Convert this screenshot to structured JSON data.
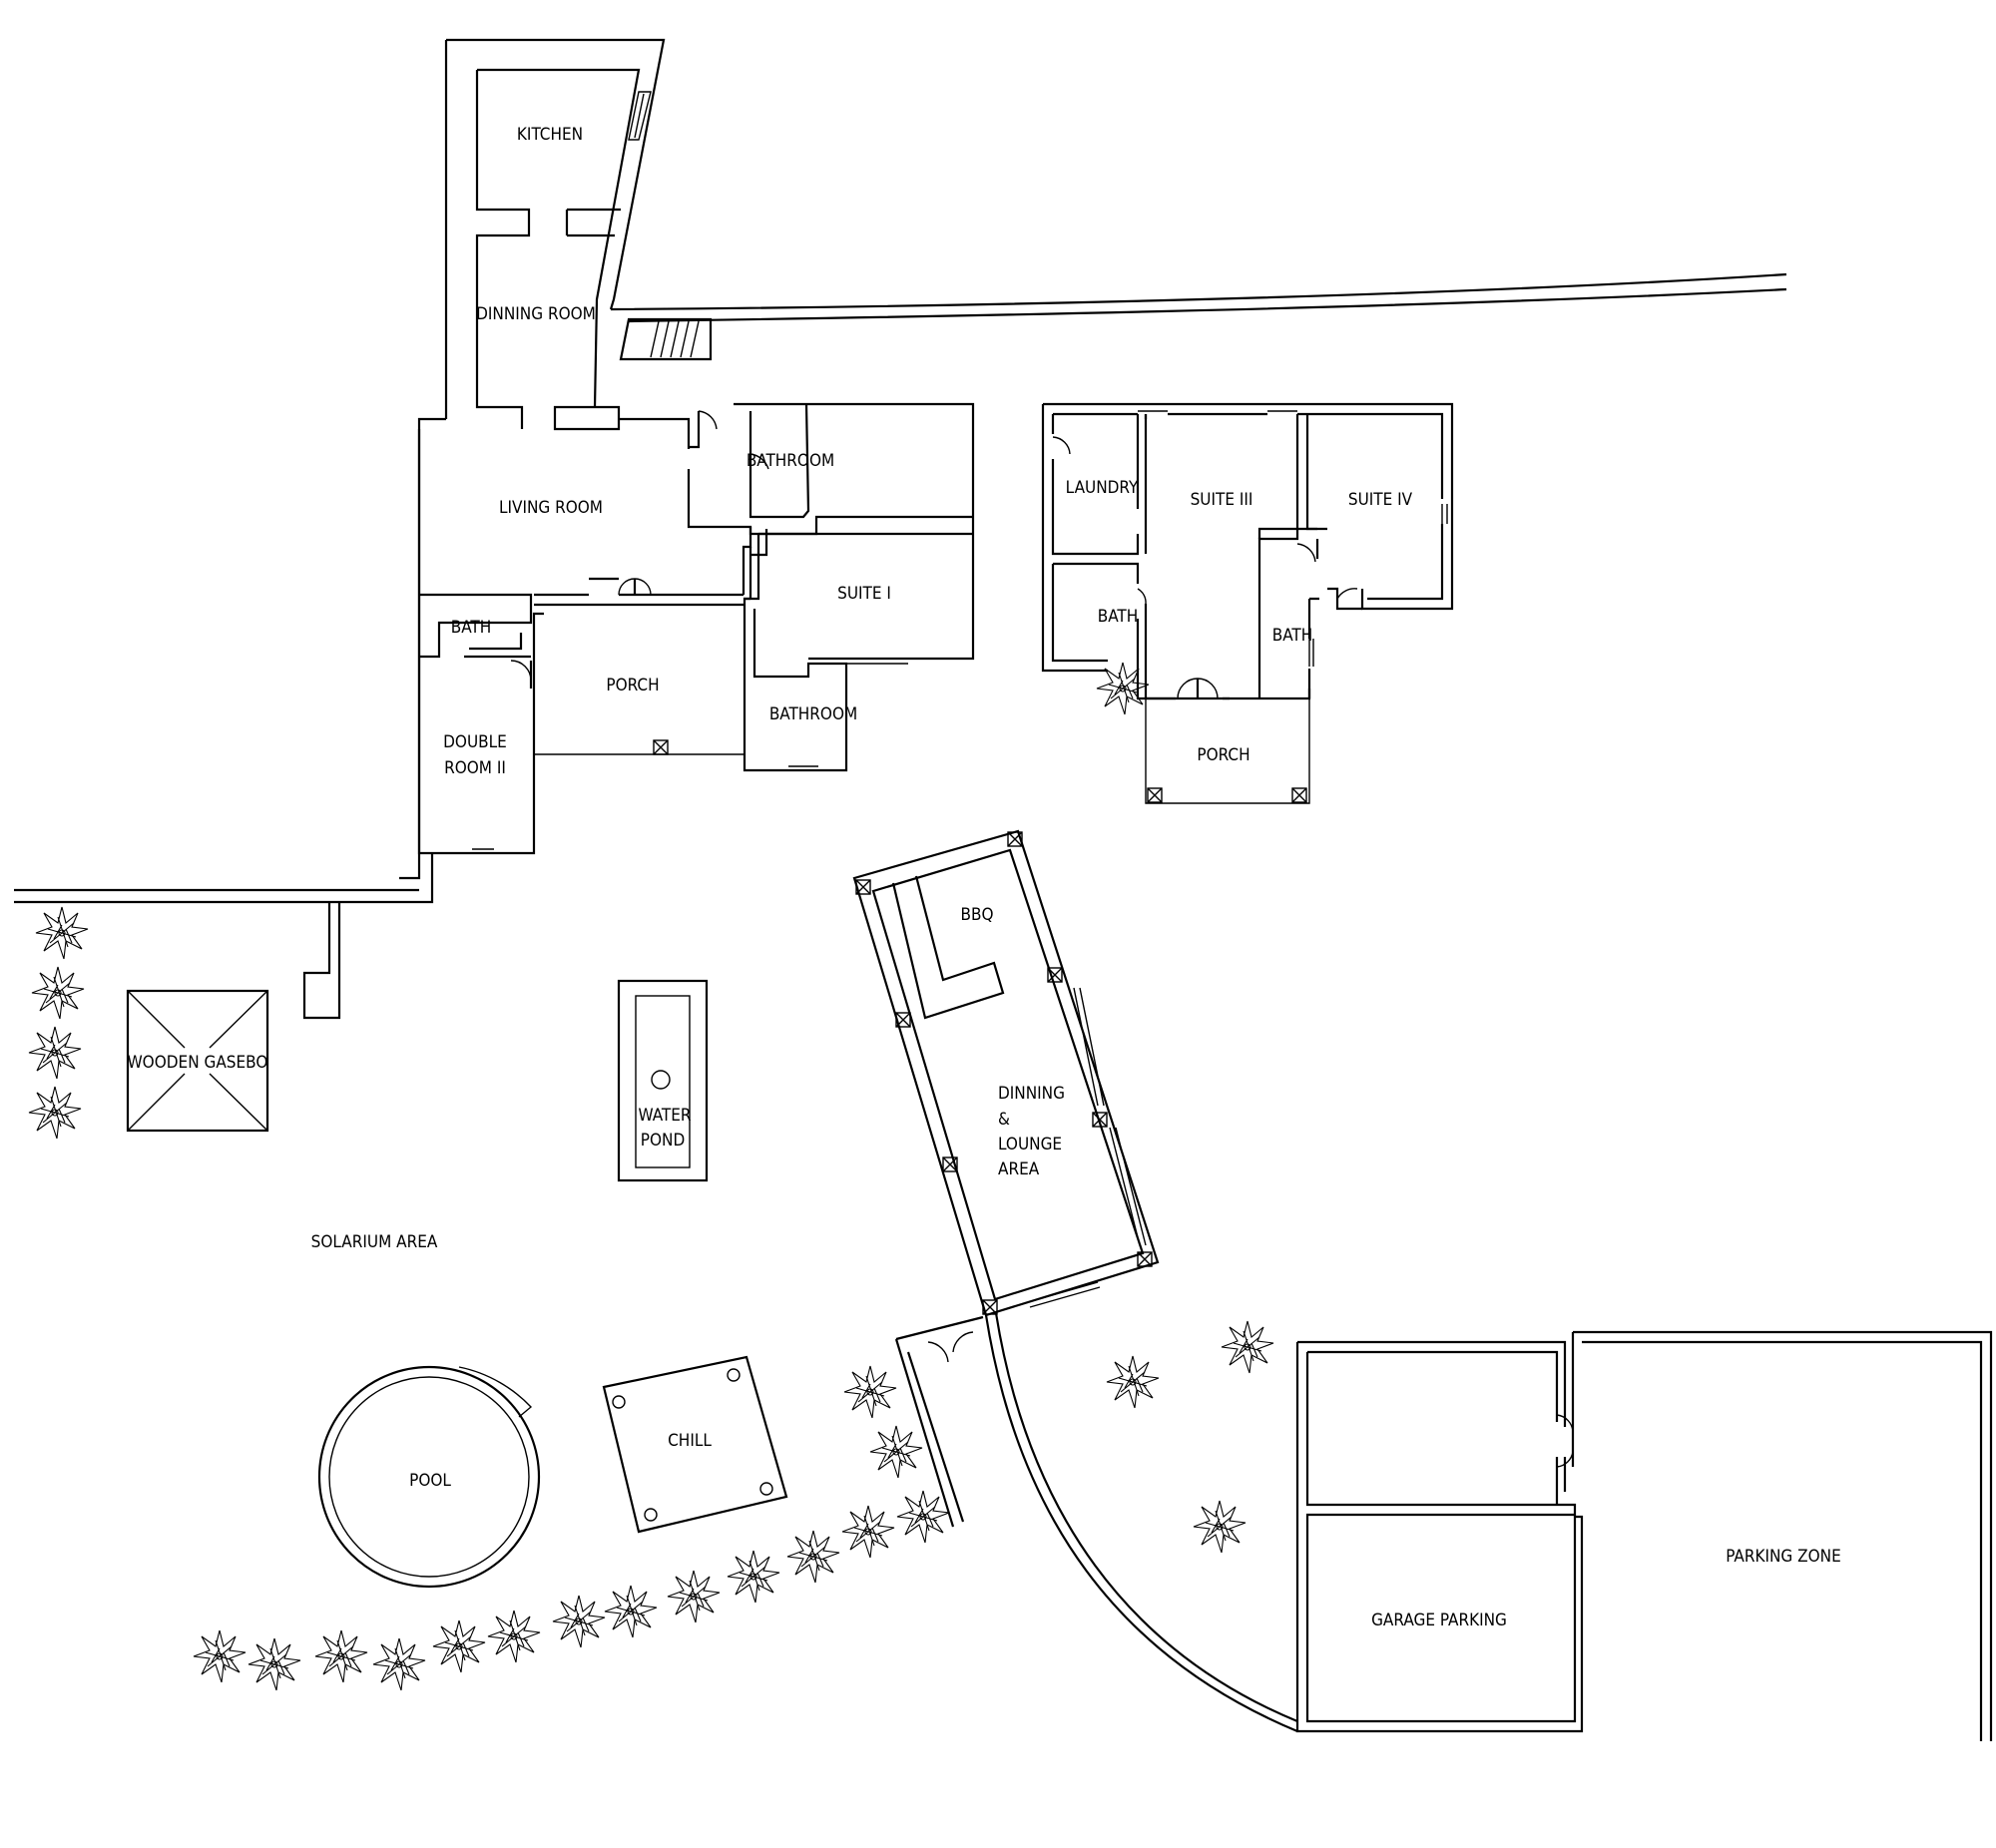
{
  "labels": {
    "kitchen": "KITCHEN",
    "dinning_room": "DINNING ROOM",
    "living_room": "LIVING ROOM",
    "bathroom_1": "BATHROOM",
    "suite_1": "SUITE I",
    "bath_1": "BATH",
    "porch_1": "PORCH",
    "double_room_line1": "DOUBLE",
    "double_room_line2": "ROOM II",
    "bathroom_2": "BATHROOM",
    "laundry": "LAUNDRY",
    "suite_3": "SUITE III",
    "suite_4": "SUITE IV",
    "bath_2": "BATH",
    "bath_3": "BATH",
    "porch_2": "PORCH",
    "bbq": "BBQ",
    "dinning_lounge_line1": "DINNING",
    "dinning_lounge_line2": "&",
    "dinning_lounge_line3": "LOUNGE",
    "dinning_lounge_line4": "AREA",
    "wooden_gasebo": "WOODEN GASEBO",
    "water_pond_line1": "WATER",
    "water_pond_line2": "POND",
    "solarium_area": "SOLARIUM AREA",
    "pool": "POOL",
    "chill": "CHILL",
    "garage_parking": "GARAGE PARKING",
    "parking_zone": "PARKING ZONE"
  }
}
